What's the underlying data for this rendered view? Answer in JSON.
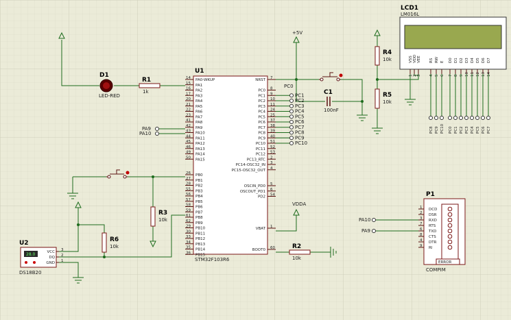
{
  "mcu": {
    "ref": "U1",
    "part": "STM32F103R6",
    "left_pins": [
      {
        "num": "14",
        "name": "PA0-WKUP"
      },
      {
        "num": "15",
        "name": "PA1"
      },
      {
        "num": "16",
        "name": "PA2"
      },
      {
        "num": "17",
        "name": "PA3"
      },
      {
        "num": "20",
        "name": "PA4"
      },
      {
        "num": "21",
        "name": "PA5"
      },
      {
        "num": "22",
        "name": "PA6"
      },
      {
        "num": "23",
        "name": "PA7"
      },
      {
        "num": "41",
        "name": "PA8"
      },
      {
        "num": "42",
        "name": "PA9"
      },
      {
        "num": "43",
        "name": "PA10"
      },
      {
        "num": "44",
        "name": "PA11"
      },
      {
        "num": "45",
        "name": "PA12"
      },
      {
        "num": "46",
        "name": "PA13"
      },
      {
        "num": "49",
        "name": "PA14"
      },
      {
        "num": "50",
        "name": "PA15"
      },
      {
        "num": "26",
        "name": "PB0"
      },
      {
        "num": "27",
        "name": "PB1"
      },
      {
        "num": "28",
        "name": "PB2"
      },
      {
        "num": "55",
        "name": "PB3"
      },
      {
        "num": "56",
        "name": "PB4"
      },
      {
        "num": "57",
        "name": "PB5"
      },
      {
        "num": "58",
        "name": "PB6"
      },
      {
        "num": "59",
        "name": "PB7"
      },
      {
        "num": "61",
        "name": "PB8"
      },
      {
        "num": "62",
        "name": "PB9"
      },
      {
        "num": "29",
        "name": "PB10"
      },
      {
        "num": "30",
        "name": "PB11"
      },
      {
        "num": "33",
        "name": "PB12"
      },
      {
        "num": "34",
        "name": "PB13"
      },
      {
        "num": "35",
        "name": "PB14"
      },
      {
        "num": "36",
        "name": "PB15"
      }
    ],
    "right_pins": [
      {
        "num": "7",
        "name": "NRST",
        "row": 0
      },
      {
        "num": "8",
        "name": "PC0",
        "row": 2
      },
      {
        "num": "9",
        "name": "PC1",
        "row": 3
      },
      {
        "num": "10",
        "name": "PC2",
        "row": 4
      },
      {
        "num": "11",
        "name": "PC3",
        "row": 5
      },
      {
        "num": "24",
        "name": "PC4",
        "row": 6
      },
      {
        "num": "25",
        "name": "PC5",
        "row": 7
      },
      {
        "num": "37",
        "name": "PC6",
        "row": 8
      },
      {
        "num": "38",
        "name": "PC7",
        "row": 9
      },
      {
        "num": "39",
        "name": "PC8",
        "row": 10
      },
      {
        "num": "40",
        "name": "PC9",
        "row": 11
      },
      {
        "num": "51",
        "name": "PC10",
        "row": 12
      },
      {
        "num": "52",
        "name": "PC11",
        "row": 13
      },
      {
        "num": "53",
        "name": "PC12",
        "row": 14
      },
      {
        "num": "2",
        "name": "PC13_RTC",
        "row": 15
      },
      {
        "num": "3",
        "name": "PC14-OSC32_IN",
        "row": 16
      },
      {
        "num": "4",
        "name": "PC15-OSC32_OUT",
        "row": 17
      },
      {
        "num": "5",
        "name": "OSCIN_PD0",
        "row": 20
      },
      {
        "num": "6",
        "name": "OSCOUT_PD1",
        "row": 21
      },
      {
        "num": "54",
        "name": "PD2",
        "row": 22
      },
      {
        "num": "1",
        "name": "VBAT",
        "row": 28
      },
      {
        "num": "60",
        "name": "BOOT0",
        "row": 32
      }
    ]
  },
  "led": {
    "ref": "D1",
    "value": "LED-RED"
  },
  "resistors": [
    {
      "id": "r1",
      "ref": "R1",
      "value": "1k"
    },
    {
      "id": "r2",
      "ref": "R2",
      "value": "10k"
    },
    {
      "id": "r3",
      "ref": "R3",
      "value": "10k"
    },
    {
      "id": "r4",
      "ref": "R4",
      "value": "10k"
    },
    {
      "id": "r5",
      "ref": "R5",
      "value": "10k"
    },
    {
      "id": "r6",
      "ref": "R6",
      "value": "10k"
    }
  ],
  "capacitor": {
    "ref": "C1",
    "value": "100nF"
  },
  "power": {
    "vcc": "+5V",
    "vdda": "VDDA"
  },
  "net_labels": {
    "pc0": "PC0",
    "pc1": "PC1",
    "pc2": "PC2",
    "pc3": "PC3",
    "pc4": "PC4",
    "pc5": "PC5",
    "pc6": "PC6",
    "pc7": "PC7",
    "pc8": "PC8",
    "pc9": "PC9",
    "pc10": "PC10",
    "pa9": "PA9",
    "pa10": "PA10"
  },
  "lcd": {
    "ref": "LCD1",
    "part": "LM016L",
    "pins": [
      {
        "num": "1",
        "name": "VSS"
      },
      {
        "num": "2",
        "name": "VDD"
      },
      {
        "num": "3",
        "name": "VEE"
      },
      {
        "num": "4",
        "name": "RS"
      },
      {
        "num": "5",
        "name": "RW"
      },
      {
        "num": "6",
        "name": "E"
      },
      {
        "num": "7",
        "name": "D0"
      },
      {
        "num": "8",
        "name": "D1"
      },
      {
        "num": "9",
        "name": "D2"
      },
      {
        "num": "10",
        "name": "D3"
      },
      {
        "num": "11",
        "name": "D4"
      },
      {
        "num": "12",
        "name": "D5"
      },
      {
        "num": "13",
        "name": "D6"
      },
      {
        "num": "14",
        "name": "D7"
      }
    ],
    "bottom_labels": [
      "PC8",
      "PC9",
      "PC10",
      "PC0",
      "PC1",
      "PC2",
      "PC3",
      "PC4",
      "PC5",
      "PC6",
      "PC7"
    ]
  },
  "sensor": {
    "ref": "U2",
    "part": "DS18B20",
    "display": "28.0",
    "pins": [
      {
        "num": "3",
        "name": "VCC"
      },
      {
        "num": "2",
        "name": "DQ"
      },
      {
        "num": "1",
        "name": "GND"
      }
    ]
  },
  "com": {
    "ref": "P1",
    "part": "COMPIM",
    "badge": "ERROR",
    "pins": [
      {
        "num": "1",
        "name": "DCD"
      },
      {
        "num": "2",
        "name": "DSR"
      },
      {
        "num": "3",
        "name": "RXD"
      },
      {
        "num": "7",
        "name": "RTS"
      },
      {
        "num": "6",
        "name": "TXD"
      },
      {
        "num": "8",
        "name": "CTS"
      },
      {
        "num": "4",
        "name": "DTR"
      },
      {
        "num": "9",
        "name": "RI"
      }
    ],
    "net_labels": [
      "PA10",
      "PA9"
    ]
  }
}
